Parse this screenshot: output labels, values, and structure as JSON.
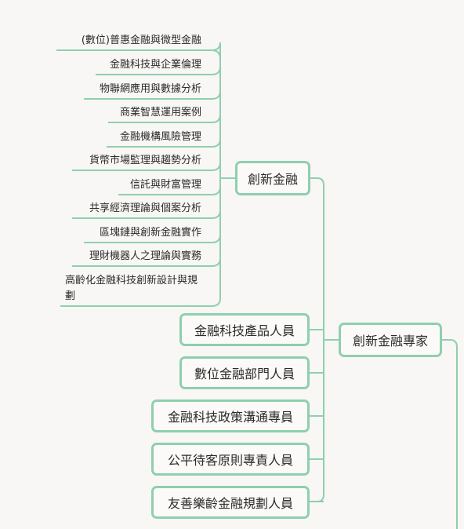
{
  "colors": {
    "branch": "#8fcfae",
    "background": "#f8f7f5",
    "text": "#2b2b2b"
  },
  "root": {
    "label": "創新金融專家"
  },
  "innovative_finance": {
    "label": "創新金融",
    "courses": [
      "(數位)普惠金融與微型金融",
      "金融科技與企業倫理",
      "物聯網應用與數據分析",
      "商業智慧運用案例",
      "金融機構風險管理",
      "貨幣市場監理與趨勢分析",
      "信託與財富管理",
      "共享經濟理論與個案分析",
      "區塊鏈與創新金融實作",
      "理財機器人之理論與實務",
      "高齡化金融科技創新設計與規劃"
    ]
  },
  "roles": [
    "金融科技產品人員",
    "數位金融部門人員",
    "金融科技政策溝通專員",
    "公平待客原則專責人員",
    "友善樂齡金融規劃人員"
  ]
}
